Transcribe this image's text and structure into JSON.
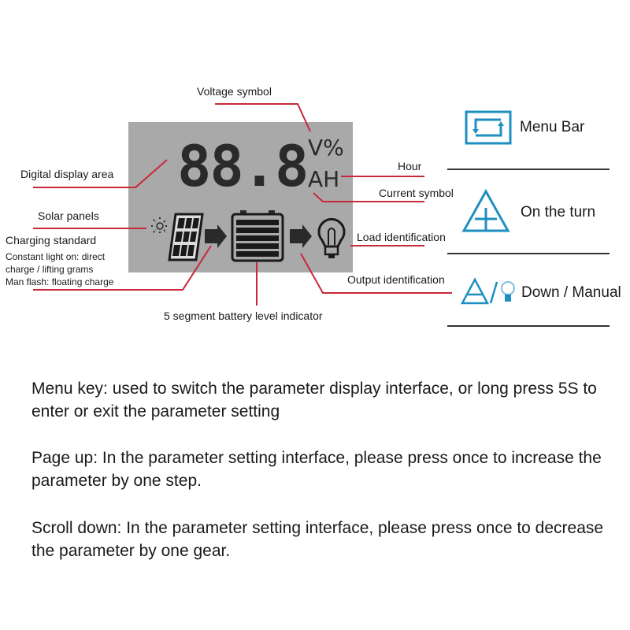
{
  "lcd": {
    "digits": "88.8",
    "unit_top": "V%",
    "unit_bottom": "AH",
    "background_color": "#a9a9a9"
  },
  "callouts": {
    "voltage_symbol": "Voltage symbol",
    "digital_display_area": "Digital display area",
    "hour": "Hour",
    "current_symbol": "Current symbol",
    "solar_panels": "Solar panels",
    "charging_standard": "Charging standard",
    "charging_note_1": "Constant light on: direct",
    "charging_note_2": "charge / lifting grams",
    "charging_note_3": "Man flash: floating charge",
    "load_identification": "Load identification",
    "output_identification": "Output identification",
    "battery_indicator": "5 segment battery level indicator"
  },
  "legend": {
    "items": [
      {
        "icon": "menu-cycle-icon",
        "label": "Menu Bar"
      },
      {
        "icon": "up-triangle-plus-icon",
        "label": "On the turn"
      },
      {
        "icon": "down-triangle-bulb-icon",
        "label": "Down / Manual"
      }
    ],
    "accent_color": "#1e8fc0"
  },
  "leader_line_color": "#c8283a",
  "descriptions": [
    "Menu key: used to switch the parameter display interface, or long press 5S to enter or exit the parameter setting",
    "Page up: In the parameter setting interface, please press once to increase the parameter by one step.",
    "Scroll down: In the parameter setting interface, please press once to decrease the parameter by one gear."
  ]
}
